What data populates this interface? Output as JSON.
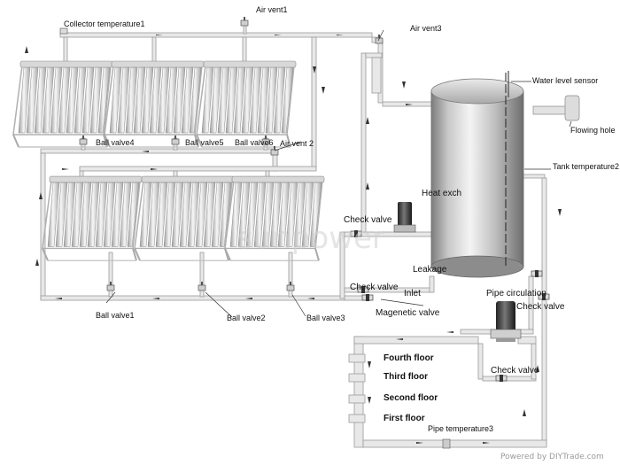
{
  "labels": {
    "collector_temperature1": "Collector temperature1",
    "air_vent1": "Air vent1",
    "air_vent3": "Air vent3",
    "water_level_sensor": "Water level sensor",
    "flowing_hole": "Flowing hole",
    "tank_temperature2": "Tank temperature2",
    "ball_valve4": "Ball valve4",
    "ball_valve5": "Ball valve5",
    "ball_valve6": "Ball valve6",
    "air_vent2": "Air vent 2",
    "heat_exchanger": "Heat exch",
    "check_valve_1": "Check valve",
    "leakage": "Leakage",
    "check_valve_2": "Check valve",
    "inlet": "Inlet",
    "magnetic_valve": "Magenetic valve",
    "ball_valve1": "Ball valve1",
    "ball_valve2": "Ball valve2",
    "ball_valve3": "Ball valve3",
    "pipe_circulation": "Pipe circulation",
    "check_valve_3": "Check valve",
    "check_valve_4": "Check valve",
    "fourth_floor": "Fourth floor",
    "third_floor": "Third floor",
    "second_floor": "Second floor",
    "first_floor": "First floor",
    "pipe_temperature3": "Pipe temperature3"
  },
  "watermark": "sunpower",
  "footer": "Powered by DIYTrade.com",
  "colors": {
    "pipe_fill": "#e8e8e8",
    "pipe_stroke": "#9a9a9a",
    "tank_light": "#f2f2f2",
    "tank_dark": "#8a8a8a",
    "panel_frame": "#b8b8b8"
  }
}
